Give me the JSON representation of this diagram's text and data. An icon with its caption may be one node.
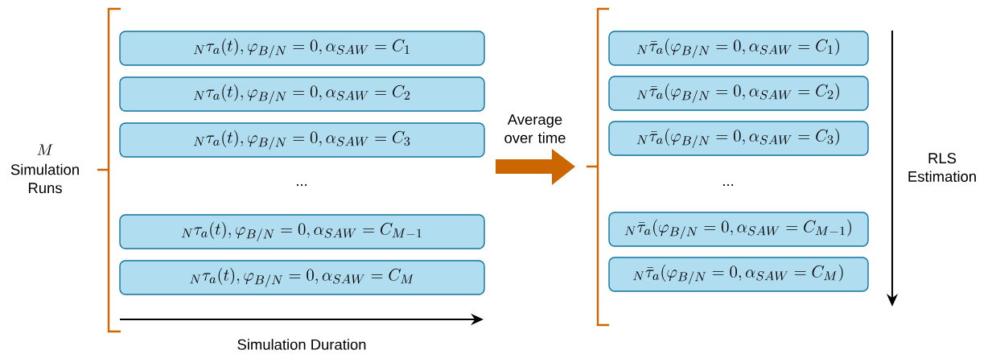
{
  "diagram": {
    "nodes": [
      {
        "text": [
          "{}_{N}\\tau_a(t), \\varphi_{B/N} = 0, \\alpha_{SAW} = C_1"
        ]
      },
      {
        "text": [
          "{}_{N}\\tau_a(t), \\varphi_{B/N} = 0, \\alpha_{SAW} = C_2"
        ]
      },
      {
        "text": [
          "{}_{N}\\tau_a(t), \\varphi_{B/N} = 0, \\alpha_{SAW} = C_3"
        ]
      },
      {
        "text": [
          "{}_{N}\\tau_a(t), \\varphi_{B/N} = 0, \\alpha_{SAW} = C_{M-1}"
        ]
      },
      {
        "text": [
          "{}_{N}\\tau_a(t), \\varphi_{B/N} = 0, \\alpha_{SAW} = C_M"
        ]
      },
      {
        "text": [
          "{}_{N}\\bar{\\tau}_a(\\varphi_{B/N} = 0, \\alpha_{SAW} = C_1)"
        ]
      },
      {
        "text": [
          "{}_{N}\\bar{\\tau}_a(\\varphi_{B/N} = 0, \\alpha_{SAW} = C_2)"
        ]
      },
      {
        "text": [
          "{}_{N}\\bar{\\tau}_a(\\varphi_{B/N} = 0, \\alpha_{SAW} = C_3)"
        ]
      },
      {
        "text": [
          "{}_{N}\\bar{\\tau}_a(\\varphi_{B/N} = 0, \\alpha_{SAW} = C_{M-1})"
        ]
      },
      {
        "text": [
          "{}_{N}\\bar{\\tau}_a(\\varphi_{B/N} = 0, \\alpha_{SAW} = C_M)"
        ]
      }
    ],
    "labels": [
      "M",
      "Simulation Runs",
      "...",
      "Average over time",
      "...",
      "RLS Estimation",
      "Simulation Duration"
    ]
  }
}
